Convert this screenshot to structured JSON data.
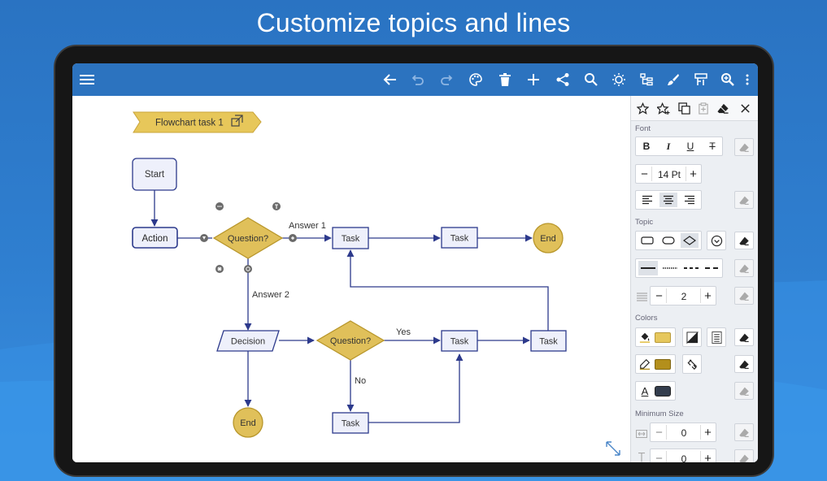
{
  "headline": "Customize topics and lines",
  "colors": {
    "background": "#2f7fd0",
    "appbar": "#2c73bf",
    "node_fill": "#eef0fb",
    "node_stroke": "#2d3a8c",
    "diamond_fill": "#e0c05a",
    "diamond_stroke": "#b8962a",
    "connector": "#2d3a8c",
    "fill_swatch": "#e6c75c",
    "line_swatch": "#b38f1c",
    "text_swatch": "#333d4d"
  },
  "toolbar": {
    "icons": [
      "menu-icon",
      "back-icon",
      "undo-icon",
      "redo-icon",
      "palette-icon",
      "delete-icon",
      "add-icon",
      "share-icon",
      "search-icon",
      "theme-icon",
      "structure-icon",
      "brush-icon",
      "format-icon",
      "zoom-icon",
      "more-icon"
    ]
  },
  "diagram": {
    "title_tag": "Flowchart task 1",
    "nodes": {
      "start": "Start",
      "action": "Action",
      "question1": "Question?",
      "task1": "Task",
      "task2": "Task",
      "end1": "End",
      "decision": "Decision",
      "question2": "Question?",
      "task3": "Task",
      "task4": "Task",
      "task5": "Task",
      "end2": "End"
    },
    "edge_labels": {
      "answer1": "Answer 1",
      "answer2": "Answer 2",
      "yes": "Yes",
      "no": "No"
    }
  },
  "panel": {
    "sections": {
      "font": "Font",
      "topic": "Topic",
      "colors": "Colors",
      "minimum_size": "Minimum Size"
    },
    "font_buttons": [
      "B",
      "I",
      "U",
      "T"
    ],
    "font_size": "14 Pt",
    "minus": "−",
    "plus": "+",
    "line_width": "2",
    "text_color_label": "A",
    "min_width": "0",
    "min_height": "0"
  }
}
